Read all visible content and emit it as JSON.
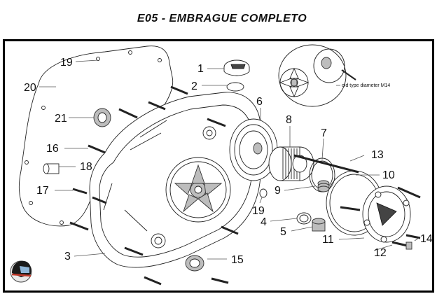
{
  "title": "E05 - EMBRAGUE COMPLETO",
  "note": "old type diameter M14",
  "callouts": [
    {
      "id": "c1",
      "label": "1"
    },
    {
      "id": "c2",
      "label": "2"
    },
    {
      "id": "c3",
      "label": "3"
    },
    {
      "id": "c4",
      "label": "4"
    },
    {
      "id": "c5",
      "label": "5"
    },
    {
      "id": "c6",
      "label": "6"
    },
    {
      "id": "c7",
      "label": "7"
    },
    {
      "id": "c8",
      "label": "8"
    },
    {
      "id": "c9",
      "label": "9"
    },
    {
      "id": "c10",
      "label": "10"
    },
    {
      "id": "c11",
      "label": "11"
    },
    {
      "id": "c12",
      "label": "12"
    },
    {
      "id": "c13",
      "label": "13"
    },
    {
      "id": "c14",
      "label": "14"
    },
    {
      "id": "c15",
      "label": "15"
    },
    {
      "id": "c16",
      "label": "16"
    },
    {
      "id": "c17",
      "label": "17"
    },
    {
      "id": "c18",
      "label": "18"
    },
    {
      "id": "c19a",
      "label": "19"
    },
    {
      "id": "c19b",
      "label": "19"
    },
    {
      "id": "c20",
      "label": "20"
    },
    {
      "id": "c21",
      "label": "21"
    }
  ]
}
